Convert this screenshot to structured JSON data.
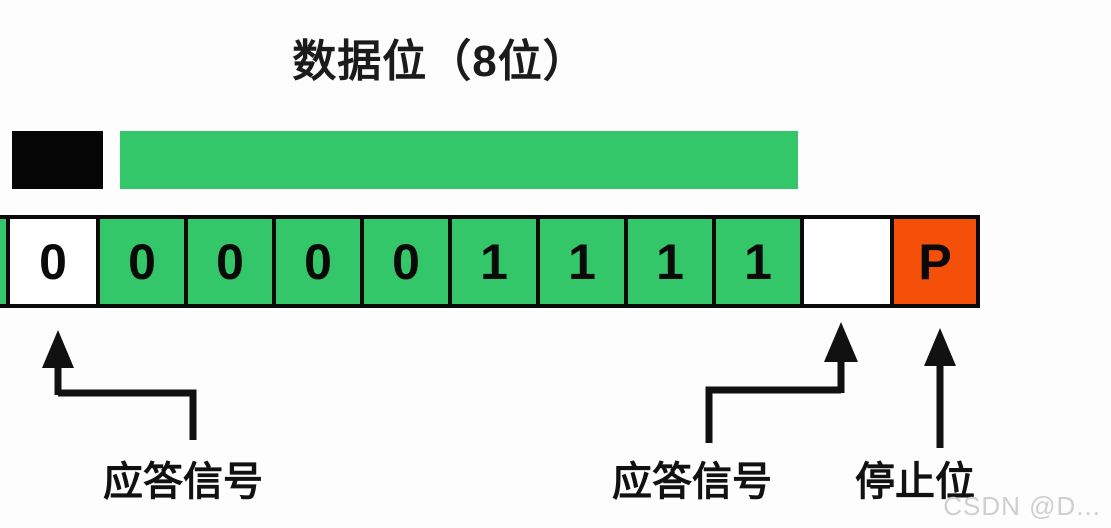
{
  "diagram": {
    "title": "数据位（8位）",
    "colors": {
      "green": "#34c76a",
      "orange": "#f4500a",
      "black": "#0a0a0a",
      "white": "#ffffff",
      "watermark": "#cfcfcf"
    },
    "timing_bars": [
      {
        "name": "low-segment",
        "color": "#050505",
        "label": ""
      },
      {
        "name": "data-segment",
        "color": "#34c76a",
        "label": ""
      }
    ],
    "cells": [
      {
        "value": "",
        "fill": "green"
      },
      {
        "value": "0",
        "fill": "white"
      },
      {
        "value": "0",
        "fill": "green"
      },
      {
        "value": "0",
        "fill": "green"
      },
      {
        "value": "0",
        "fill": "green"
      },
      {
        "value": "0",
        "fill": "green"
      },
      {
        "value": "1",
        "fill": "green"
      },
      {
        "value": "1",
        "fill": "green"
      },
      {
        "value": "1",
        "fill": "green"
      },
      {
        "value": "1",
        "fill": "green"
      },
      {
        "value": "",
        "fill": "white"
      },
      {
        "value": "P",
        "fill": "orange"
      }
    ],
    "captions": {
      "ack_left": "应答信号",
      "ack_right": "应答信号",
      "stop_bit": "停止位"
    },
    "watermark": "CSDN @D..."
  }
}
